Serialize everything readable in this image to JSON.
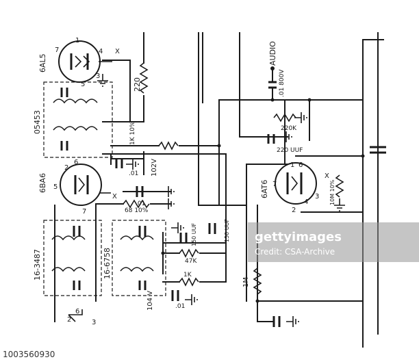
{
  "schematic": {
    "tube_6al5": "6AL5",
    "tube_6ba6": "6BA6",
    "tube_6at6": "6AT6",
    "transformer_1": "05453",
    "transformer_2": "16-3487",
    "transformer_3": "16-6758",
    "audio_label": "AUDIO",
    "r_220": "220",
    "r_1k_10": "1K 10%",
    "v_102": "102V",
    "r_68_10": "68 10%",
    "c_01_800v": ".01 800V",
    "r_220k": "220K",
    "c_220uuf": "220 UUF",
    "c_150uuf_a": "150 UUF",
    "c_150uuf_b": "150 UUF",
    "r_47k": "47K",
    "r_1m": "1M",
    "r_1k": "1K",
    "v_104": "104 V",
    "r_10m_10": "10M 10%",
    "c_01_a": ".01",
    "c_01_b": ".01",
    "c_01_c": ".01",
    "pin_7_a": "7",
    "pin_1": "1",
    "pin_4": "4",
    "pin_x_a": "X",
    "pin_3": "3",
    "pin_5_b": "5",
    "pin_2": "2",
    "pin_6": "6",
    "pin_5_a": "5",
    "pin_x_b": "X",
    "pin_7_b": "7",
    "pin_7_c": "7",
    "pin_x_c": "X",
    "pin_1_c": "1",
    "pin_6_c": "6",
    "pin_3_c": "3",
    "pin_4_c": "4",
    "pin_2_c": "2",
    "sw_6": "6",
    "sw_2": "2",
    "sw_3": "3"
  },
  "watermark": {
    "logo": "gettyimages",
    "credit": "Credit: CSA-Archive"
  },
  "image_id": "1003560930"
}
